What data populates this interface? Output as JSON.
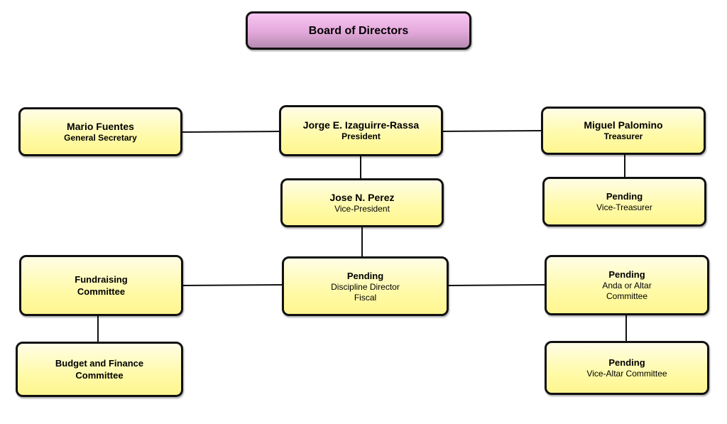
{
  "title": "Board of Directors",
  "nodes": {
    "board": {
      "name": "Board of Directors"
    },
    "secretary": {
      "name": "Mario Fuentes",
      "role": "General Secretary"
    },
    "president": {
      "name": "Jorge E. Izaguirre-Rassa",
      "role": "President"
    },
    "treasurer": {
      "name": "Miguel Palomino",
      "role": "Treasurer"
    },
    "vice_president": {
      "name": "Jose N. Perez",
      "role": "Vice-President"
    },
    "vice_treasurer": {
      "name": "Pending",
      "role": "Vice-Treasurer"
    },
    "fundraising": {
      "line1": "Fundraising",
      "line2": "Committee"
    },
    "discipline": {
      "name": "Pending",
      "role": "Discipline Director",
      "role2": "Fiscal"
    },
    "altar": {
      "name": "Pending",
      "role": "Anda or Altar",
      "role2": "Committee"
    },
    "budget": {
      "line1": "Budget and Finance",
      "line2": "Committee"
    },
    "vice_altar": {
      "name": "Pending",
      "role": "Vice-Altar Committee"
    }
  },
  "connections": [
    [
      "secretary",
      "president"
    ],
    [
      "president",
      "treasurer"
    ],
    [
      "president",
      "vice_president"
    ],
    [
      "vice_president",
      "discipline"
    ],
    [
      "treasurer",
      "vice_treasurer"
    ],
    [
      "fundraising",
      "discipline"
    ],
    [
      "discipline",
      "altar"
    ],
    [
      "fundraising",
      "budget"
    ],
    [
      "altar",
      "vice_altar"
    ]
  ]
}
